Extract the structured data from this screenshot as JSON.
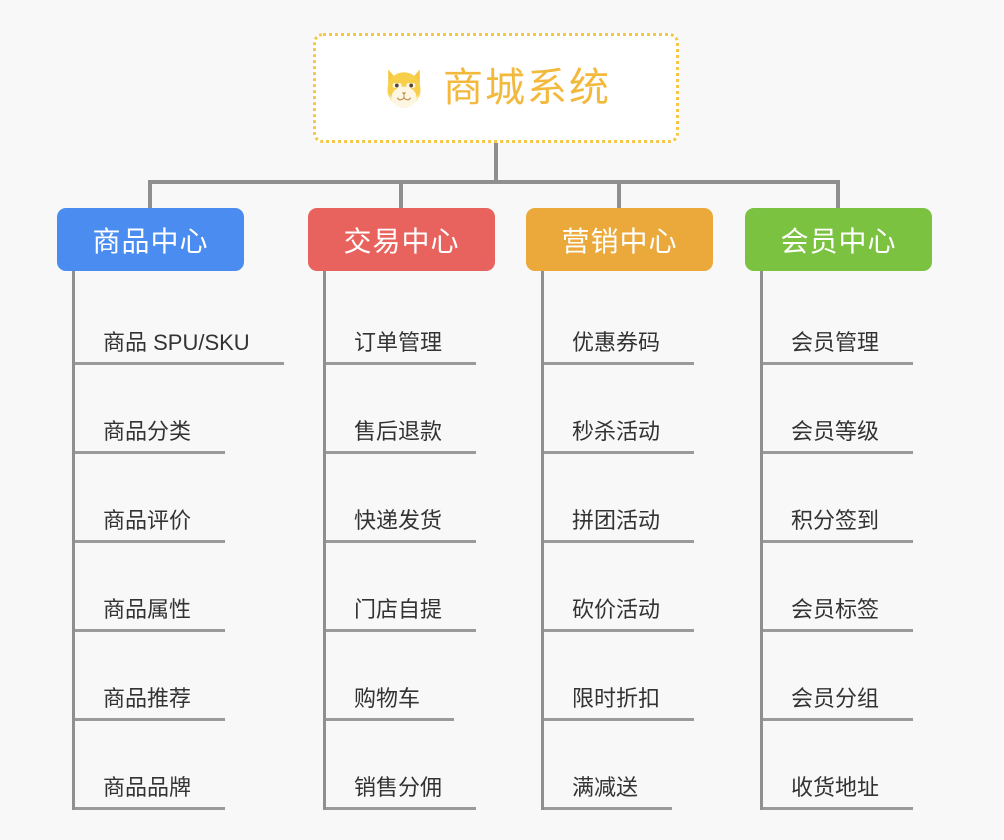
{
  "page": {
    "background_color": "#f8f8f8",
    "diagram_type": "org-chart"
  },
  "root": {
    "title": "商城系统",
    "icon": "dog-face-icon",
    "text_color": "#f2b93c",
    "border_color": "#f6c744",
    "background_color": "#ffffff"
  },
  "connector": {
    "color": "#8f8f8f"
  },
  "columns": [
    {
      "title": "商品中心",
      "color": "#4a8cf0",
      "items": [
        "商品 SPU/SKU",
        "商品分类",
        "商品评价",
        "商品属性",
        "商品推荐",
        "商品品牌"
      ]
    },
    {
      "title": "交易中心",
      "color": "#e8635e",
      "items": [
        "订单管理",
        "售后退款",
        "快递发货",
        "门店自提",
        "购物车",
        "销售分佣"
      ]
    },
    {
      "title": "营销中心",
      "color": "#eaa93a",
      "items": [
        "优惠券码",
        "秒杀活动",
        "拼团活动",
        "砍价活动",
        "限时折扣",
        "满减送"
      ]
    },
    {
      "title": "会员中心",
      "color": "#7cc241",
      "items": [
        "会员管理",
        "会员等级",
        "积分签到",
        "会员标签",
        "会员分组",
        "收货地址"
      ]
    }
  ]
}
